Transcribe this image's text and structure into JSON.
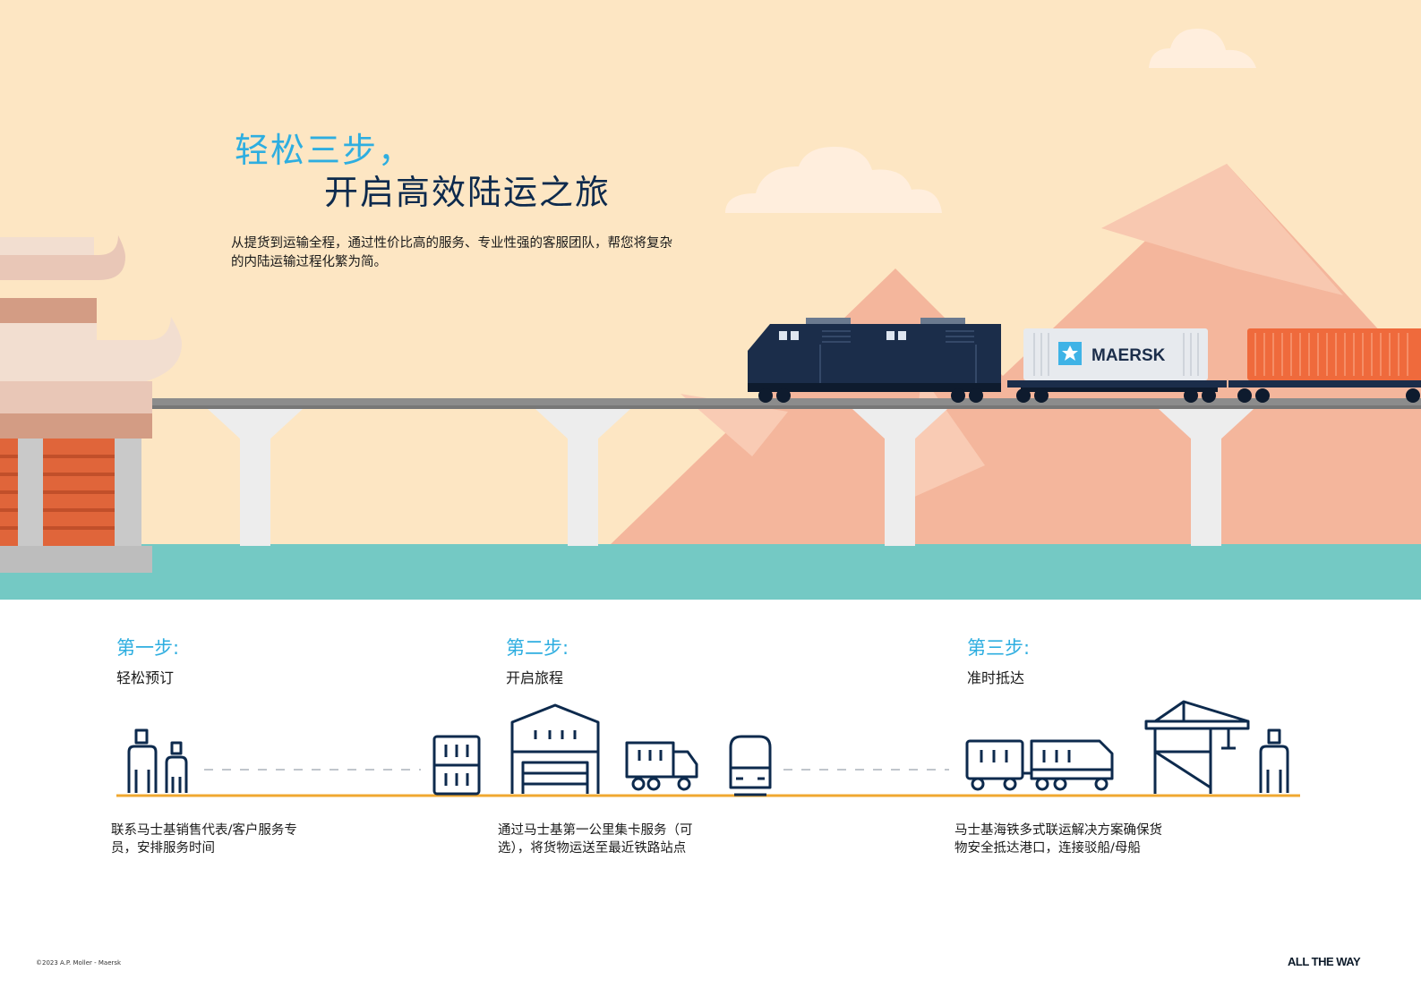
{
  "hero": {
    "title_line1": "轻松三步，",
    "title_line2": "开启高效陆运之旅",
    "intro": "从提货到运输全程，通过性价比高的服务、专业性强的客服团队，帮您将复杂的内陆运输过程化繁为简。",
    "container_logo_text": "MAERSK"
  },
  "steps": [
    {
      "title": "第一步:",
      "subtitle": "轻松预订",
      "description": "联系马士基销售代表/客户服务专员，安排服务时间"
    },
    {
      "title": "第二步:",
      "subtitle": "开启旅程",
      "description": "通过马士基第一公里集卡服务（可选），将货物运送至最近铁路站点"
    },
    {
      "title": "第三步:",
      "subtitle": "准时抵达",
      "description": "马士基海铁多式联运解决方案确保货物安全抵达港口，连接驳船/母船"
    }
  ],
  "footer": {
    "copyright": "©2023 A.P. Moller - Maersk",
    "tagline": "ALL THE WAY"
  },
  "colors": {
    "sky": "#fde6c3",
    "water": "#74c9c4",
    "mountain": "#f3b79d",
    "locomotive": "#1b2d4a",
    "orange_container": "#ef6a3c",
    "accent_blue": "#2eaee0",
    "timeline": "#f0a830",
    "icon_navy": "#0d2a4d"
  },
  "icons": [
    "people-icon",
    "container-stack-icon",
    "warehouse-icon",
    "truck-icon",
    "train-front-icon",
    "freight-train-icon",
    "port-crane-icon",
    "person-icon"
  ]
}
